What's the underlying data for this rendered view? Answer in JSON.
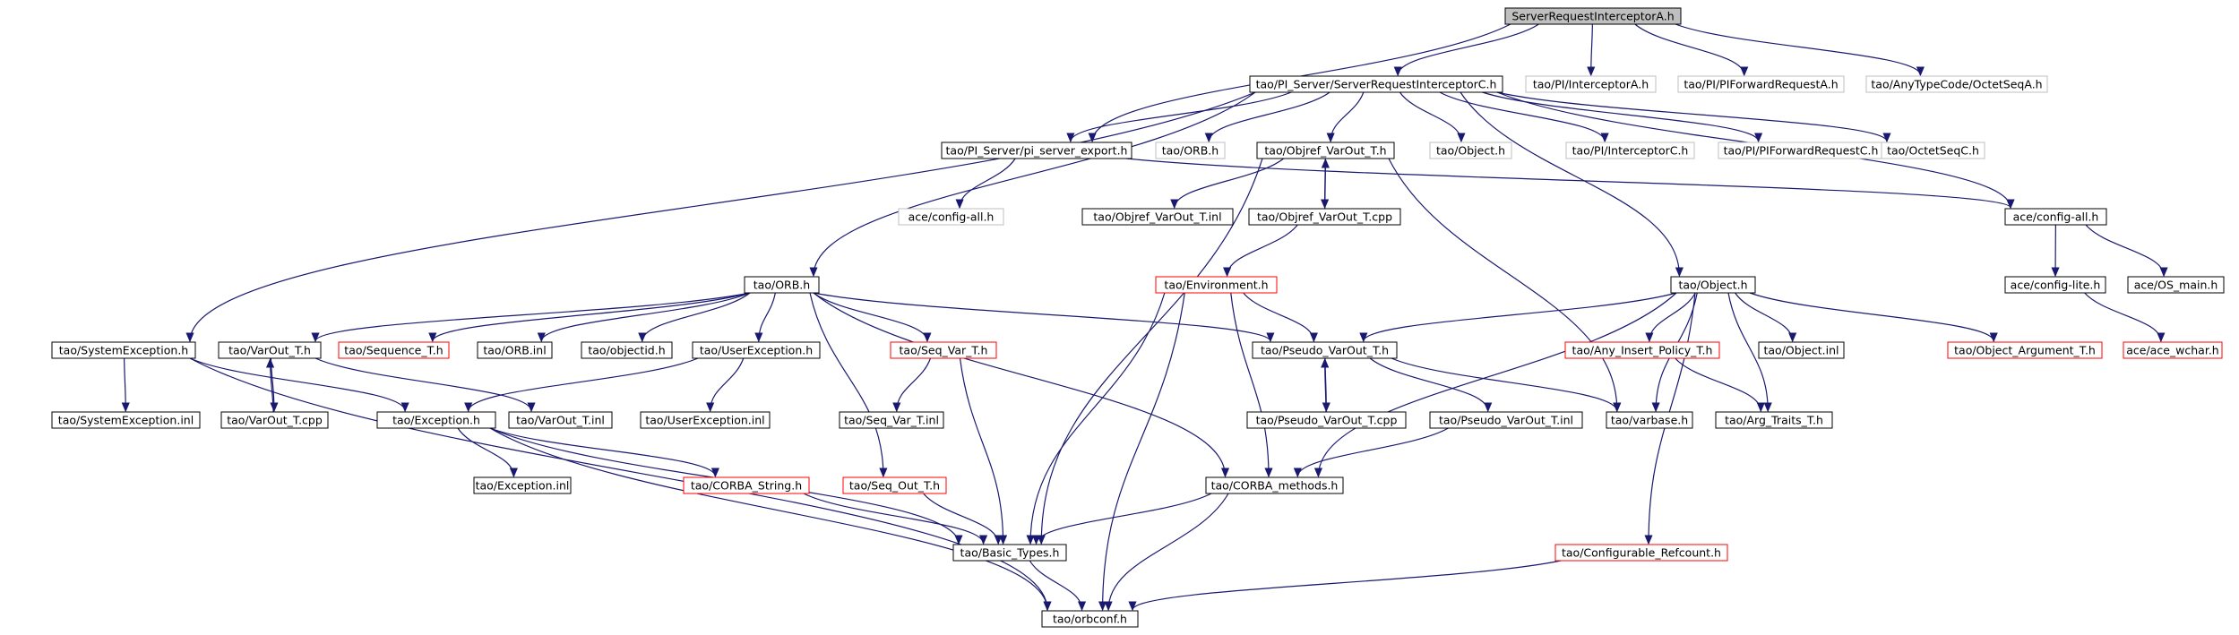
{
  "colors": {
    "edge": "#191970",
    "border_normal": "#000000",
    "border_truncated": "#ff0000",
    "border_external": "#bfbfbf",
    "root_fill": "#bfbfbf",
    "node_fill": "#ffffff"
  },
  "nodes": {
    "sria": {
      "label": "ServerRequestInterceptorA.h",
      "kind": "root"
    },
    "sric": {
      "label": "tao/PI_Server/ServerRequestInterceptorC.h",
      "kind": "normal"
    },
    "pi_interceptora": {
      "label": "tao/PI/InterceptorA.h",
      "kind": "external"
    },
    "piforwarda": {
      "label": "tao/PI/PIForwardRequestA.h",
      "kind": "external"
    },
    "octetseqa": {
      "label": "tao/AnyTypeCode/OctetSeqA.h",
      "kind": "external"
    },
    "pi_server_export": {
      "label": "tao/PI_Server/pi_server_export.h",
      "kind": "normal"
    },
    "orb_h_ext": {
      "label": "tao/ORB.h",
      "kind": "external"
    },
    "objref_varout": {
      "label": "tao/Objref_VarOut_T.h",
      "kind": "normal"
    },
    "object_h_ext": {
      "label": "tao/Object.h",
      "kind": "external"
    },
    "pi_interceptorc": {
      "label": "tao/PI/InterceptorC.h",
      "kind": "external"
    },
    "piforwardc": {
      "label": "tao/PI/PIForwardRequestC.h",
      "kind": "external"
    },
    "octetseqc": {
      "label": "tao/OctetSeqC.h",
      "kind": "external"
    },
    "ace_config_all_ext": {
      "label": "ace/config-all.h",
      "kind": "external"
    },
    "objref_varout_inl": {
      "label": "tao/Objref_VarOut_T.inl",
      "kind": "normal"
    },
    "objref_varout_cpp": {
      "label": "tao/Objref_VarOut_T.cpp",
      "kind": "normal"
    },
    "ace_config_all": {
      "label": "ace/config-all.h",
      "kind": "normal"
    },
    "ace_config_lite": {
      "label": "ace/config-lite.h",
      "kind": "normal"
    },
    "ace_os_main": {
      "label": "ace/OS_main.h",
      "kind": "normal"
    },
    "ace_wchar": {
      "label": "ace/ace_wchar.h",
      "kind": "truncated"
    },
    "orb_h": {
      "label": "tao/ORB.h",
      "kind": "normal"
    },
    "environment": {
      "label": "tao/Environment.h",
      "kind": "truncated"
    },
    "object_h": {
      "label": "tao/Object.h",
      "kind": "normal"
    },
    "system_exception": {
      "label": "tao/SystemException.h",
      "kind": "normal"
    },
    "varout_t": {
      "label": "tao/VarOut_T.h",
      "kind": "normal"
    },
    "sequence_t": {
      "label": "tao/Sequence_T.h",
      "kind": "truncated"
    },
    "orb_inl": {
      "label": "tao/ORB.inl",
      "kind": "normal"
    },
    "objectid": {
      "label": "tao/objectid.h",
      "kind": "normal"
    },
    "user_exception": {
      "label": "tao/UserException.h",
      "kind": "normal"
    },
    "seq_var_t": {
      "label": "tao/Seq_Var_T.h",
      "kind": "truncated"
    },
    "pseudo_varout": {
      "label": "tao/Pseudo_VarOut_T.h",
      "kind": "normal"
    },
    "any_insert_policy": {
      "label": "tao/Any_Insert_Policy_T.h",
      "kind": "truncated"
    },
    "object_inl": {
      "label": "tao/Object.inl",
      "kind": "normal"
    },
    "object_argument": {
      "label": "tao/Object_Argument_T.h",
      "kind": "truncated"
    },
    "system_exception_inl": {
      "label": "tao/SystemException.inl",
      "kind": "normal"
    },
    "varout_cpp": {
      "label": "tao/VarOut_T.cpp",
      "kind": "normal"
    },
    "exception_h": {
      "label": "tao/Exception.h",
      "kind": "normal"
    },
    "varout_inl": {
      "label": "tao/VarOut_T.inl",
      "kind": "normal"
    },
    "user_exception_inl": {
      "label": "tao/UserException.inl",
      "kind": "normal"
    },
    "seq_var_inl": {
      "label": "tao/Seq_Var_T.inl",
      "kind": "normal"
    },
    "pseudo_varout_cpp": {
      "label": "tao/Pseudo_VarOut_T.cpp",
      "kind": "normal"
    },
    "pseudo_varout_inl": {
      "label": "tao/Pseudo_VarOut_T.inl",
      "kind": "normal"
    },
    "varbase": {
      "label": "tao/varbase.h",
      "kind": "normal"
    },
    "arg_traits": {
      "label": "tao/Arg_Traits_T.h",
      "kind": "normal"
    },
    "exception_inl": {
      "label": "tao/Exception.inl",
      "kind": "normal"
    },
    "corba_string": {
      "label": "tao/CORBA_String.h",
      "kind": "truncated"
    },
    "seq_out_t": {
      "label": "tao/Seq_Out_T.h",
      "kind": "truncated"
    },
    "corba_methods": {
      "label": "tao/CORBA_methods.h",
      "kind": "normal"
    },
    "basic_types": {
      "label": "tao/Basic_Types.h",
      "kind": "normal"
    },
    "configurable_refcount": {
      "label": "tao/Configurable_Refcount.h",
      "kind": "truncated"
    },
    "orbconf": {
      "label": "tao/orbconf.h",
      "kind": "normal"
    }
  }
}
